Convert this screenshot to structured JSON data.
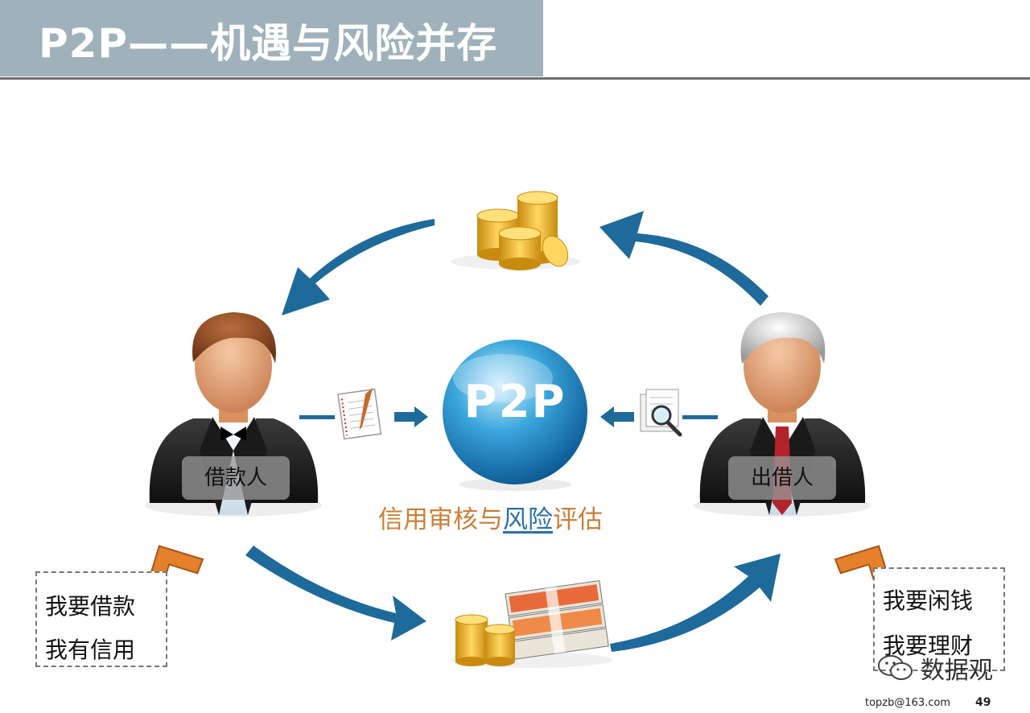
{
  "title": "P2P——机遇与风险并存",
  "center_label": "P2P",
  "borrower": {
    "label": "借款人",
    "needs": [
      "我要借款",
      "我有信用"
    ]
  },
  "lender": {
    "label": "出借人",
    "needs": [
      "我要闲钱",
      "我要理财"
    ]
  },
  "caption": {
    "part1": "信用审核与",
    "part2": "风险",
    "part3": "评估"
  },
  "watermark": "数据观",
  "footer": {
    "email": "topzb@163.com",
    "page": "49"
  },
  "colors": {
    "arrow_blue": "#1e6a9a",
    "title_bg": "#9fb1bb",
    "caption": "#c9803a",
    "ring": "#e4812a"
  }
}
